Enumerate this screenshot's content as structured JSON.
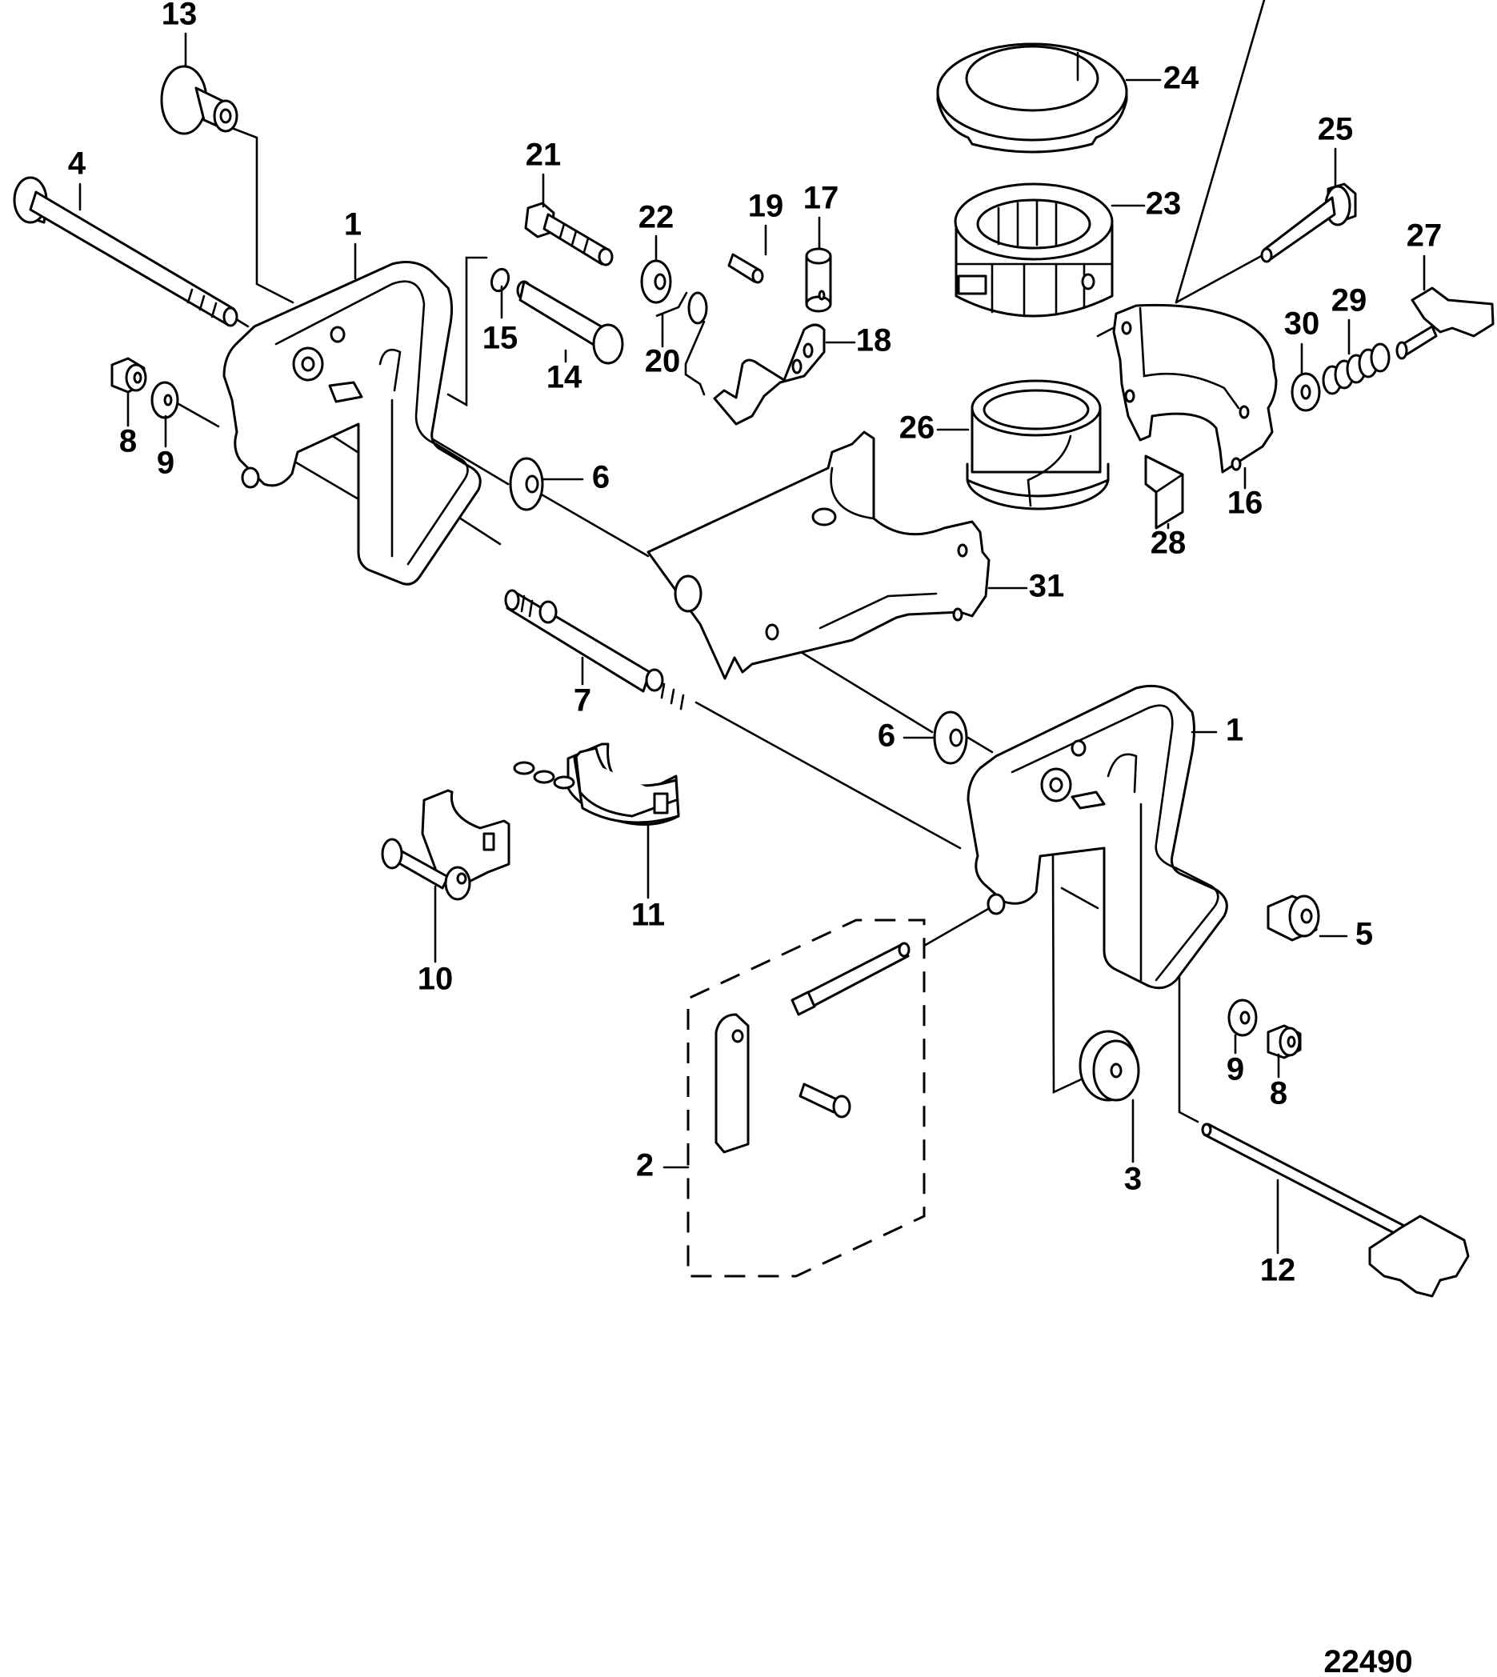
{
  "diagram": {
    "type": "exploded-parts-diagram",
    "figure_number": "22490",
    "callouts": [
      {
        "id": "13",
        "part": "13"
      },
      {
        "id": "4",
        "part": "4"
      },
      {
        "id": "1a",
        "part": "1"
      },
      {
        "id": "15",
        "part": "15"
      },
      {
        "id": "14",
        "part": "14"
      },
      {
        "id": "21",
        "part": "21"
      },
      {
        "id": "22",
        "part": "22"
      },
      {
        "id": "20",
        "part": "20"
      },
      {
        "id": "19",
        "part": "19"
      },
      {
        "id": "17",
        "part": "17"
      },
      {
        "id": "18",
        "part": "18"
      },
      {
        "id": "24",
        "part": "24"
      },
      {
        "id": "23",
        "part": "23"
      },
      {
        "id": "25",
        "part": "25"
      },
      {
        "id": "27",
        "part": "27"
      },
      {
        "id": "29",
        "part": "29"
      },
      {
        "id": "30",
        "part": "30"
      },
      {
        "id": "26",
        "part": "26"
      },
      {
        "id": "16",
        "part": "16"
      },
      {
        "id": "28",
        "part": "28"
      },
      {
        "id": "31",
        "part": "31"
      },
      {
        "id": "8a",
        "part": "8"
      },
      {
        "id": "9a",
        "part": "9"
      },
      {
        "id": "6a",
        "part": "6"
      },
      {
        "id": "7",
        "part": "7"
      },
      {
        "id": "6b",
        "part": "6"
      },
      {
        "id": "1b",
        "part": "1"
      },
      {
        "id": "11",
        "part": "11"
      },
      {
        "id": "10",
        "part": "10"
      },
      {
        "id": "5",
        "part": "5"
      },
      {
        "id": "9b",
        "part": "9"
      },
      {
        "id": "8b",
        "part": "8"
      },
      {
        "id": "2",
        "part": "2"
      },
      {
        "id": "3",
        "part": "3"
      },
      {
        "id": "12",
        "part": "12"
      }
    ],
    "parts": {
      "p1": "1",
      "p2": "2",
      "p3": "3",
      "p4": "4",
      "p5": "5",
      "p6": "6",
      "p7": "7",
      "p8": "8",
      "p9": "9",
      "p10": "10",
      "p11": "11",
      "p12": "12",
      "p13": "13",
      "p14": "14",
      "p15": "15",
      "p16": "16",
      "p17": "17",
      "p18": "18",
      "p19": "19",
      "p20": "20",
      "p21": "21",
      "p22": "22",
      "p23": "23",
      "p24": "24",
      "p25": "25",
      "p26": "26",
      "p27": "27",
      "p28": "28",
      "p29": "29",
      "p30": "30",
      "p31": "31"
    }
  }
}
